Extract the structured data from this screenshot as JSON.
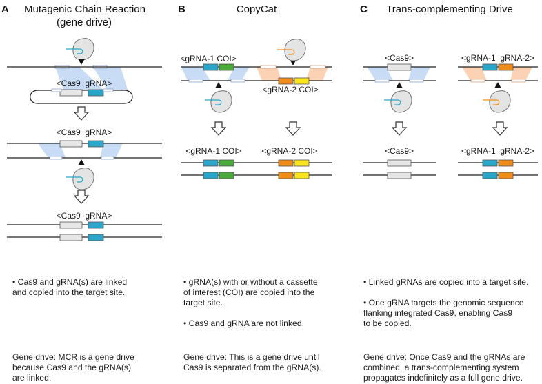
{
  "colors": {
    "cas9": "#e6e6e6",
    "grna": "#2ba6cb",
    "coi": "#4aab3a",
    "grna2": "#f08c19",
    "coi2": "#fce41c",
    "homology_blue": "#c8dcf5",
    "homology_orange": "#fbd2b4"
  },
  "panelA": {
    "letter": "A",
    "title_line1": "Mutagenic Chain Reaction",
    "title_line2": "(gene drive)",
    "construct_label": "<Cas9  gRNA>",
    "after_label": "<Cas9  gRNA>",
    "final_label": "<Cas9  gRNA>",
    "desc_line1": "• Cas9 and gRNA(s) are linked",
    "desc_line2": "and copied into the target site.",
    "gd_line1": "Gene drive: MCR is a gene drive",
    "gd_line2": "because Cas9 and the gRNA(s)",
    "gd_line3": "are linked."
  },
  "panelB": {
    "letter": "B",
    "title": "CopyCat",
    "label1": "<gRNA-1 COI>",
    "label2": "<gRNA-2 COI>",
    "after_label1": "<gRNA-1 COI>",
    "after_label2": "<gRNA-2 COI>",
    "desc1_line1": "• gRNA(s) with or without a cassette",
    "desc1_line2": "of interest (COI) are copied into the",
    "desc1_line3": "target site.",
    "desc2": "• Cas9 and gRNA are not linked.",
    "gd_line1": "Gene drive: This is a gene drive until",
    "gd_line2": "Cas9 is separated from the gRNA(s)."
  },
  "panelC": {
    "letter": "C",
    "title": "Trans-complementing Drive",
    "label_cas9": "<Cas9>",
    "label_grna": "<gRNA-1  gRNA-2>",
    "after_cas9": "<Cas9>",
    "after_grna": "<gRNA-1  gRNA-2>",
    "desc1": "• Linked gRNAs are copied into a target site.",
    "desc2_line1": "• One gRNA targets the genomic sequence",
    "desc2_line2": "flanking integrated Cas9, enabling Cas9",
    "desc2_line3": "to be copied.",
    "gd_line1": "Gene drive: Once Cas9 and the gRNAs are",
    "gd_line2": "combined, a trans-complementing system",
    "gd_line3": "propagates indefinitely as a full gene drive."
  }
}
